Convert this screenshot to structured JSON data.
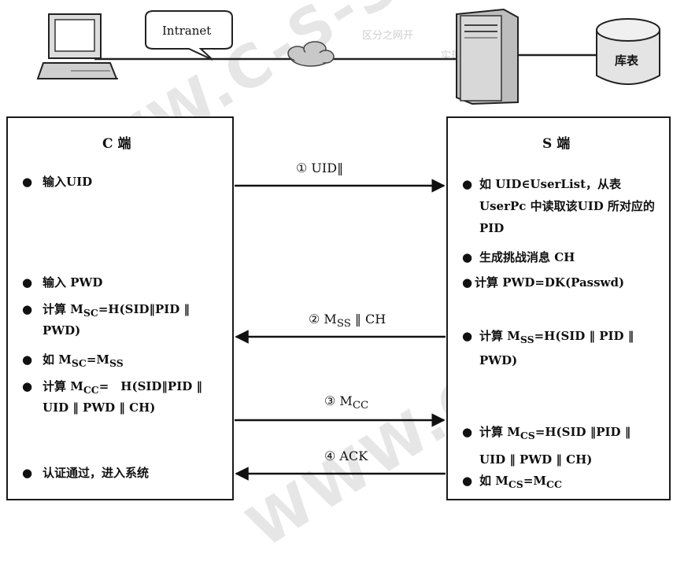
{
  "network": {
    "intranet_label": "Intranet",
    "database_label": "库表"
  },
  "client": {
    "title": "C 端",
    "items": [
      "输入UID",
      "输入 PWD",
      "计算 M<sub>SC</sub>=H(SID‖PID ‖ PWD)",
      "如 M<sub>SC</sub>=M<sub>SS</sub>",
      "计算 M<sub>CC</sub>=　H(SID‖PID ‖ UID ‖ PWD ‖ CH)",
      "认证通过，进入系统"
    ]
  },
  "server": {
    "title": "S 端",
    "items": [
      "如 UID∈UserList，从表 UserPc 中读取该UID 所对应的 PID",
      "生成挑战消息 CH",
      "计算 PWD=DK(Passwd)",
      "计算 M<sub>SS</sub>=H(SID ‖ PID ‖ PWD)",
      "计算 M<sub>CS</sub>=H(SID ‖PID ‖ UID ‖ PWD ‖ CH)",
      "如 M<sub>CS</sub>=M<sub>CC</sub>"
    ]
  },
  "messages": [
    {
      "label": "① UID‖",
      "direction": "to-server"
    },
    {
      "label": "② M<sub>SS</sub> ‖ CH",
      "direction": "to-client"
    },
    {
      "label": "③ M<sub>CC</sub>",
      "direction": "to-server"
    },
    {
      "label": "④ ACK",
      "direction": "to-client"
    }
  ],
  "watermark": "WWW.C-S-S"
}
